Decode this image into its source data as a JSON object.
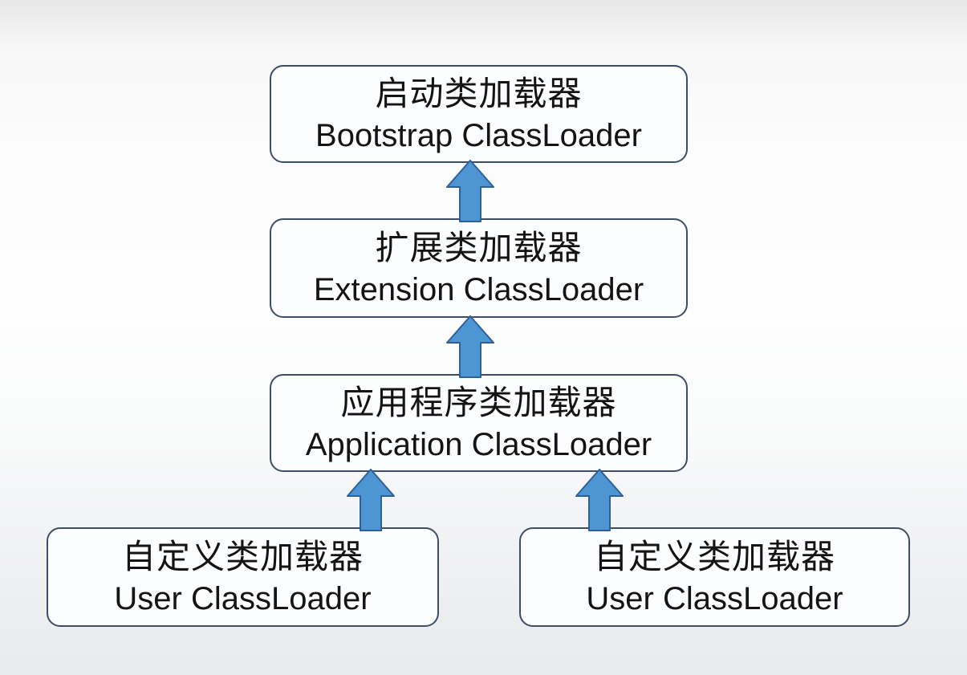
{
  "diagram": {
    "nodes": [
      {
        "id": "bootstrap",
        "zh": "启动类加载器",
        "en": "Bootstrap ClassLoader"
      },
      {
        "id": "extension",
        "zh": "扩展类加载器",
        "en": "Extension ClassLoader"
      },
      {
        "id": "application",
        "zh": "应用程序类加载器",
        "en": "Application ClassLoader"
      },
      {
        "id": "user-left",
        "zh": "自定义类加载器",
        "en": "User ClassLoader"
      },
      {
        "id": "user-right",
        "zh": "自定义类加载器",
        "en": "User ClassLoader"
      }
    ],
    "edges": [
      {
        "from": "extension",
        "to": "bootstrap",
        "direction": "up"
      },
      {
        "from": "application",
        "to": "extension",
        "direction": "up"
      },
      {
        "from": "user-left",
        "to": "application",
        "direction": "up"
      },
      {
        "from": "user-right",
        "to": "application",
        "direction": "up"
      }
    ],
    "colors": {
      "arrow_fill": "#4e96d3",
      "arrow_stroke": "#2c6096",
      "box_border": "#3d4d68",
      "box_fill": "#fcfdfe",
      "text": "#141414"
    }
  }
}
